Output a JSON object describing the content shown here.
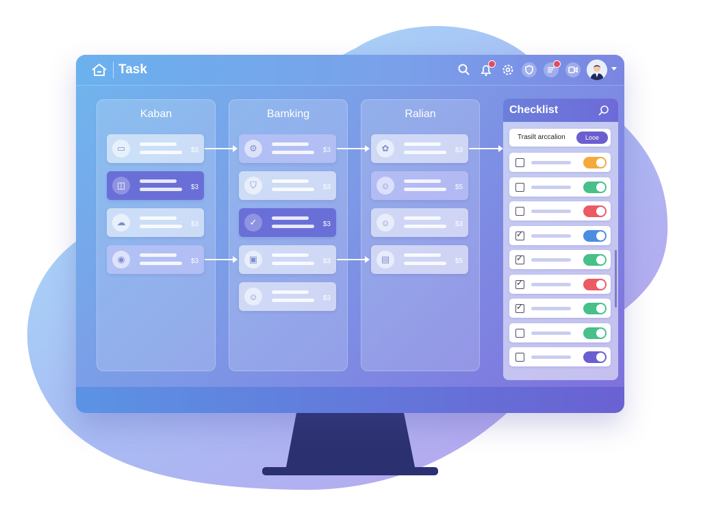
{
  "app": {
    "title": "Task"
  },
  "columns": [
    {
      "title": "Kaban",
      "cards": [
        {
          "icon": "chat-icon",
          "amount": "$3",
          "style": "default"
        },
        {
          "icon": "note-icon",
          "amount": "$3",
          "style": "active"
        },
        {
          "icon": "cloud-icon",
          "amount": "$3",
          "style": "default"
        },
        {
          "icon": "signal-icon",
          "amount": "$3",
          "style": "lilac"
        }
      ]
    },
    {
      "title": "Bamking",
      "cards": [
        {
          "icon": "gear-icon",
          "amount": "$3",
          "style": "lilac"
        },
        {
          "icon": "shield-icon",
          "amount": "$3",
          "style": "default"
        },
        {
          "icon": "check-icon",
          "amount": "$3",
          "style": "active"
        },
        {
          "icon": "image-icon",
          "amount": "$3",
          "style": "default"
        },
        {
          "icon": "user-icon",
          "amount": "$3",
          "style": "default"
        }
      ]
    },
    {
      "title": "Ralian",
      "cards": [
        {
          "icon": "puzzle-icon",
          "amount": "$3",
          "style": "default"
        },
        {
          "icon": "user-icon",
          "amount": "$5",
          "style": "lilac"
        },
        {
          "icon": "user-icon",
          "amount": "$3",
          "style": "default"
        },
        {
          "icon": "card-icon",
          "amount": "$5",
          "style": "default"
        }
      ]
    }
  ],
  "checklist": {
    "title": "Checklist",
    "filter_label": "Trasilt arccalion",
    "filter_button": "Looe",
    "items": [
      {
        "checked": false,
        "toggle_color": "#f5a93a"
      },
      {
        "checked": false,
        "toggle_color": "#47c08a"
      },
      {
        "checked": false,
        "toggle_color": "#ec5a62"
      },
      {
        "checked": true,
        "toggle_color": "#4a8de3"
      },
      {
        "checked": true,
        "toggle_color": "#47c08a"
      },
      {
        "checked": true,
        "toggle_color": "#ec5a62"
      },
      {
        "checked": true,
        "toggle_color": "#47c08a"
      },
      {
        "checked": false,
        "toggle_color": "#47c08a"
      },
      {
        "checked": false,
        "toggle_color": "#6a5fd0"
      }
    ]
  },
  "toolbar_icons": [
    "search-icon",
    "bell-icon",
    "gear-icon",
    "shield-icon",
    "inbox-icon",
    "video-icon"
  ],
  "colors": {
    "accent": "#6b5fd0",
    "stand": "#2b3170"
  }
}
